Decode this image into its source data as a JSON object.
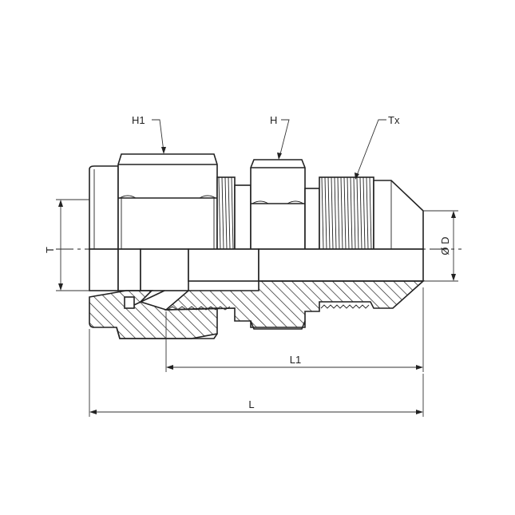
{
  "labels": {
    "h1": "H1",
    "h": "H",
    "tx": "Tx",
    "t": "T",
    "d": "Ø D",
    "l1": "L1",
    "l": "L"
  }
}
